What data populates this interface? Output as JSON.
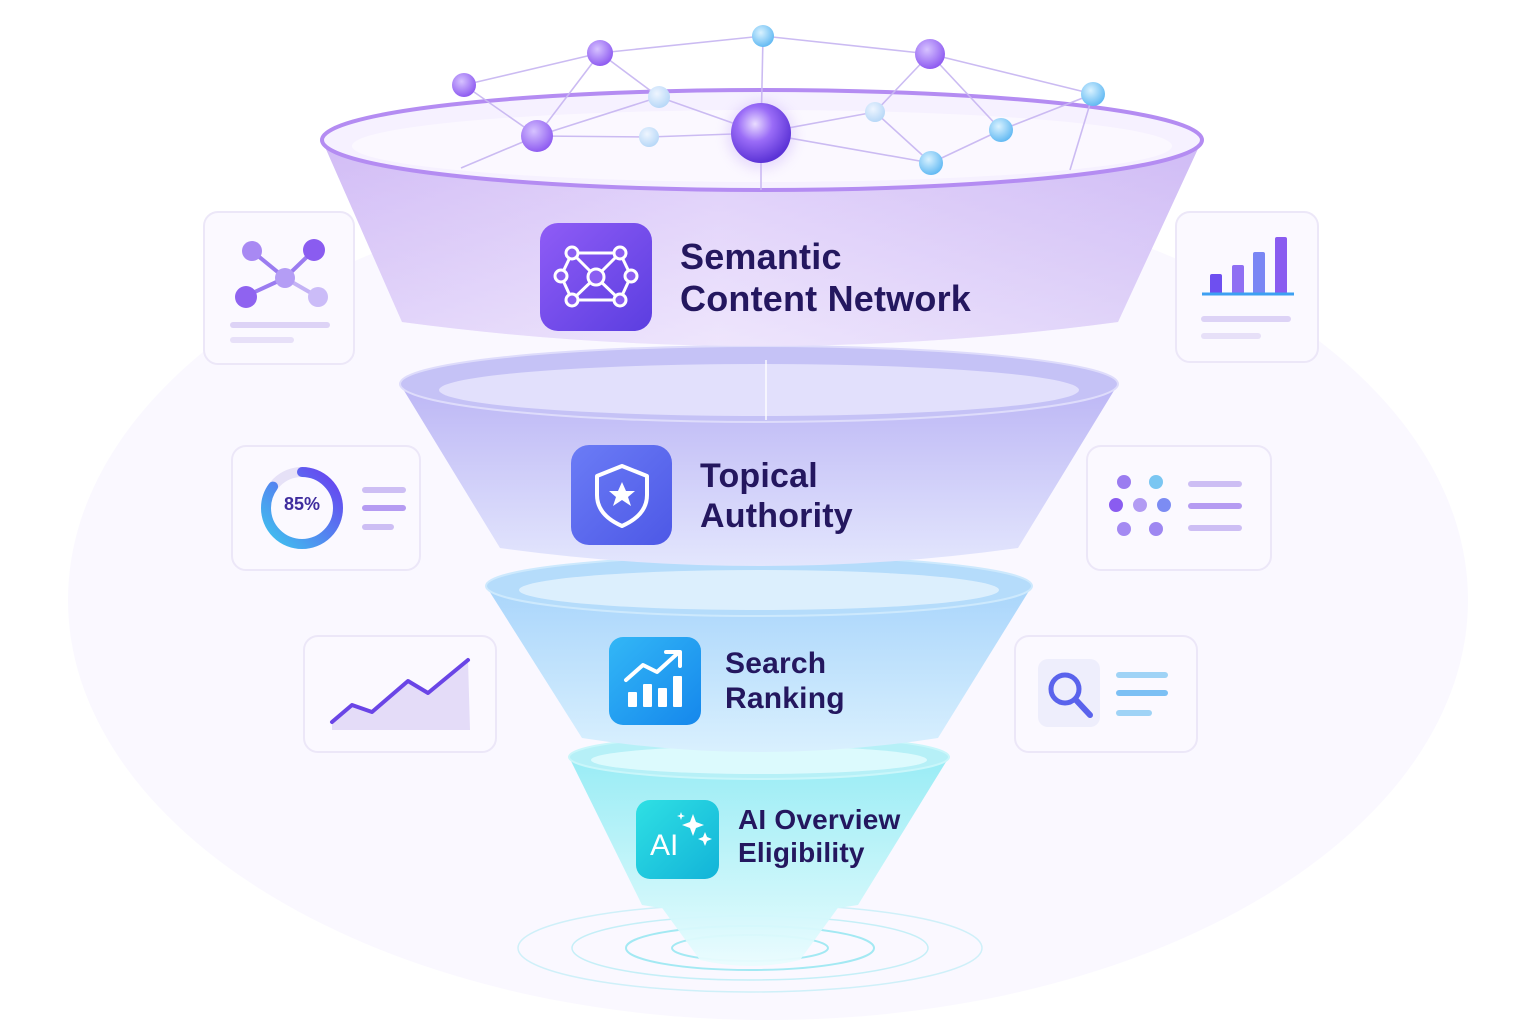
{
  "funnel": {
    "stages": [
      {
        "line1": "Semantic",
        "line2": "Content Network",
        "icon": "network-nodes-icon"
      },
      {
        "line1": "Topical",
        "line2": "Authority",
        "icon": "shield-star-icon"
      },
      {
        "line1": "Search",
        "line2": "Ranking",
        "icon": "growth-chart-icon"
      },
      {
        "line1": "AI Overview",
        "line2": "Eligibility",
        "icon": "ai-sparkle-icon"
      }
    ],
    "ai_icon_text": "AI"
  },
  "side_cards": {
    "kpi_value": "85%",
    "kpi_fraction": 0.85,
    "bar_chart_levels": [
      0.3,
      0.45,
      0.7,
      1.0
    ]
  },
  "colors": {
    "label": "#24175f",
    "purple": "#7c4dff",
    "indigo": "#5b5ef0",
    "sky": "#1e9cf2",
    "cyan": "#14c8d8"
  }
}
